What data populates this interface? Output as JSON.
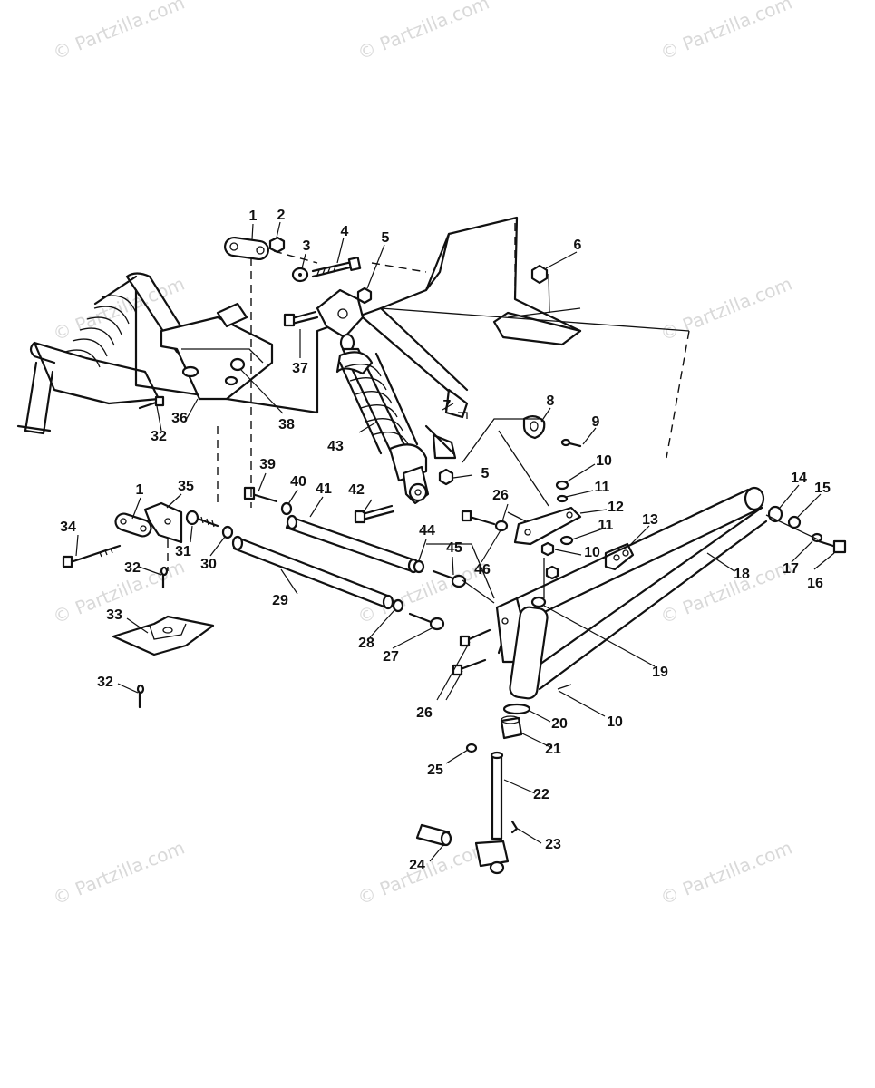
{
  "watermark": "© Partzilla.com",
  "callouts": [
    {
      "id": "c1a",
      "label": "1"
    },
    {
      "id": "c2",
      "label": "2"
    },
    {
      "id": "c3",
      "label": "3"
    },
    {
      "id": "c4",
      "label": "4"
    },
    {
      "id": "c5a",
      "label": "5"
    },
    {
      "id": "c6",
      "label": "6"
    },
    {
      "id": "c7",
      "label": "7"
    },
    {
      "id": "c8",
      "label": "8"
    },
    {
      "id": "c9",
      "label": "9"
    },
    {
      "id": "c10a",
      "label": "10"
    },
    {
      "id": "c11a",
      "label": "11"
    },
    {
      "id": "c12",
      "label": "12"
    },
    {
      "id": "c11b",
      "label": "11"
    },
    {
      "id": "c10b",
      "label": "10"
    },
    {
      "id": "c13",
      "label": "13"
    },
    {
      "id": "c14",
      "label": "14"
    },
    {
      "id": "c15",
      "label": "15"
    },
    {
      "id": "c16",
      "label": "16"
    },
    {
      "id": "c17",
      "label": "17"
    },
    {
      "id": "c18",
      "label": "18"
    },
    {
      "id": "c19",
      "label": "19"
    },
    {
      "id": "c10c",
      "label": "10"
    },
    {
      "id": "c20",
      "label": "20"
    },
    {
      "id": "c21",
      "label": "21"
    },
    {
      "id": "c22",
      "label": "22"
    },
    {
      "id": "c23",
      "label": "23"
    },
    {
      "id": "c24",
      "label": "24"
    },
    {
      "id": "c25",
      "label": "25"
    },
    {
      "id": "c26a",
      "label": "26"
    },
    {
      "id": "c26b",
      "label": "26"
    },
    {
      "id": "c27",
      "label": "27"
    },
    {
      "id": "c28",
      "label": "28"
    },
    {
      "id": "c29",
      "label": "29"
    },
    {
      "id": "c30",
      "label": "30"
    },
    {
      "id": "c31",
      "label": "31"
    },
    {
      "id": "c32a",
      "label": "32"
    },
    {
      "id": "c32b",
      "label": "32"
    },
    {
      "id": "c32c",
      "label": "32"
    },
    {
      "id": "c33",
      "label": "33"
    },
    {
      "id": "c34",
      "label": "34"
    },
    {
      "id": "c35",
      "label": "35"
    },
    {
      "id": "c1b",
      "label": "1"
    },
    {
      "id": "c36",
      "label": "36"
    },
    {
      "id": "c37",
      "label": "37"
    },
    {
      "id": "c38",
      "label": "38"
    },
    {
      "id": "c39",
      "label": "39"
    },
    {
      "id": "c40",
      "label": "40"
    },
    {
      "id": "c41",
      "label": "41"
    },
    {
      "id": "c42",
      "label": "42"
    },
    {
      "id": "c43",
      "label": "43"
    },
    {
      "id": "c44",
      "label": "44"
    },
    {
      "id": "c45",
      "label": "45"
    },
    {
      "id": "c46",
      "label": "46"
    },
    {
      "id": "c5b",
      "label": "5"
    }
  ]
}
